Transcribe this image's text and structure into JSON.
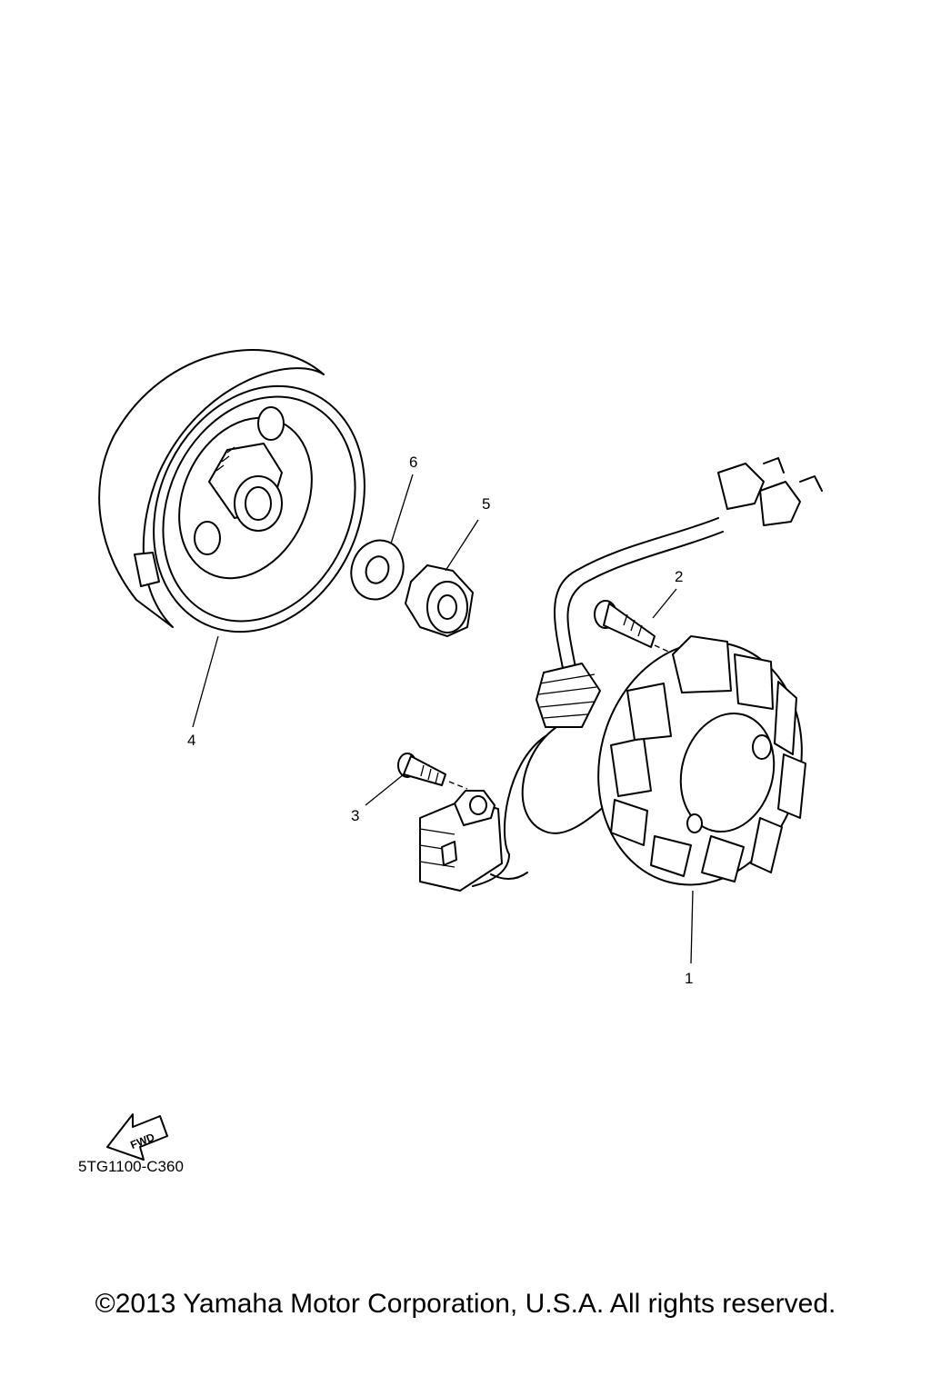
{
  "diagram": {
    "callouts": [
      {
        "id": "1",
        "label": "1"
      },
      {
        "id": "2",
        "label": "2"
      },
      {
        "id": "3",
        "label": "3"
      },
      {
        "id": "4",
        "label": "4"
      },
      {
        "id": "5",
        "label": "5"
      },
      {
        "id": "6",
        "label": "6"
      }
    ],
    "fwd_label": "FWD",
    "part_code": "5TG1100-C360"
  },
  "footer": {
    "copyright": "©2013 Yamaha Motor Corporation, U.S.A. All rights reserved."
  }
}
